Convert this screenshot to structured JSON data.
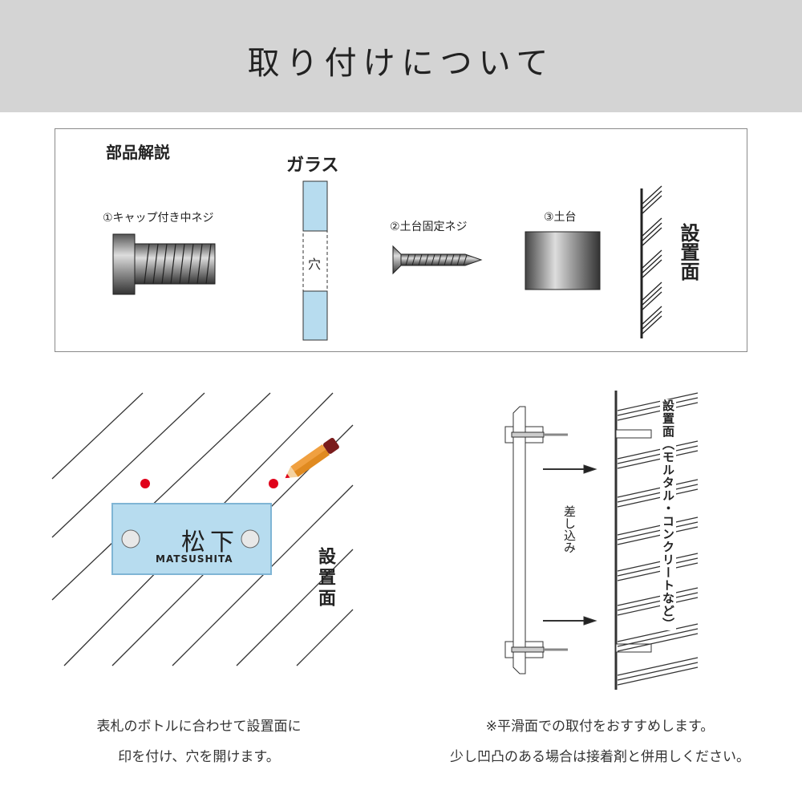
{
  "header": {
    "title": "取り付けについて"
  },
  "parts": {
    "heading": "部品解説",
    "cap_screw_label": "①キャップ付き中ネジ",
    "glass_label": "ガラス",
    "hole_label": "穴",
    "base_screw_label": "②土台固定ネジ",
    "base_label": "③土台",
    "surface_label": "設置面"
  },
  "marking": {
    "nameplate_kanji": "松下",
    "nameplate_romaji": "MATSUSHITA",
    "surface_label": "設置面",
    "caption_line1": "表札のボトルに合わせて設置面に",
    "caption_line2": "印を付け、穴を開けます。"
  },
  "install": {
    "insert_label": "差し込み",
    "surface_label": "設置面（モルタル・コンクリートなど）",
    "caption_line1": "※平滑面での取付をおすすめします。",
    "caption_line2": "少し凹凸のある場合は接着剤と併用しください。"
  },
  "colors": {
    "header_bg": "#d4d4d4",
    "glass": "#b7dcef",
    "mark_red": "#e0001a",
    "pencil": "#f0a040"
  }
}
